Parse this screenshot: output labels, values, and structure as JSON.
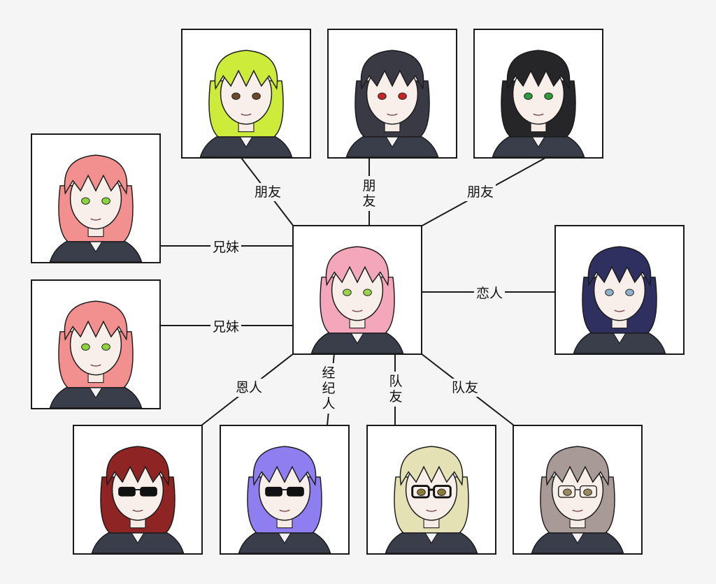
{
  "relations": {
    "friend_1": "朋友",
    "friend_2": "朋友",
    "friend_3": "朋友",
    "sibling_1": "兄妹",
    "sibling_2": "兄妹",
    "lover": "恋人",
    "benefactor": "恩人",
    "manager": "经纪人",
    "teammate_1": "队友",
    "teammate_2": "队友"
  },
  "hair_colors": {
    "center": "#f4a6bb",
    "friend_1": "#cdeb3a",
    "friend_2": "#3a3a44",
    "friend_3": "#262628",
    "sibling_1": "#f28f8f",
    "sibling_2": "#f28f8f",
    "lover": "#2f3060",
    "benefactor": "#8e2424",
    "manager": "#8f7ef0",
    "teammate_1": "#e4e1b4",
    "teammate_2": "#a89a96"
  },
  "eye_colors": {
    "center": "#9bd24a",
    "friend_1": "#6b4a2a",
    "friend_2": "#c22828",
    "friend_3": "#2e9a3a",
    "sibling_1": "#8ad43c",
    "sibling_2": "#8ad43c",
    "lover": "#8fb0c6",
    "benefactor": "#111111",
    "manager": "#222222",
    "teammate_1": "#8a7a3a",
    "teammate_2": "#9a8a60"
  }
}
